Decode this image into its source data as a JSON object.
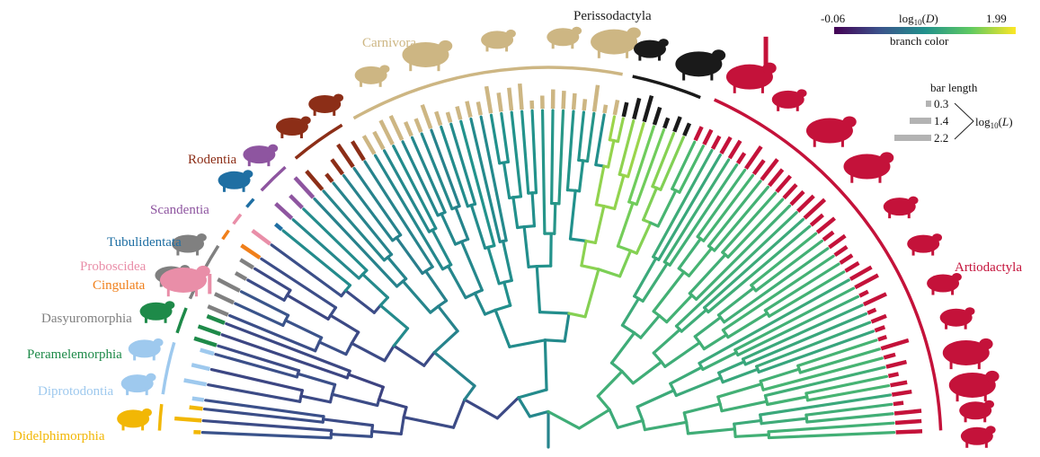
{
  "orders": [
    {
      "key": "didelphimorphia",
      "name": "Didelphimorphia",
      "color": "#F2B705"
    },
    {
      "key": "diprotodontia",
      "name": "Diprotodontia",
      "color": "#9EC9EE"
    },
    {
      "key": "peramelemorphia",
      "name": "Peramelemorphia",
      "color": "#1E8A49"
    },
    {
      "key": "dasyuromorphia",
      "name": "Dasyuromorphia",
      "color": "#808080"
    },
    {
      "key": "cingulata",
      "name": "Cingulata",
      "color": "#F07F1A"
    },
    {
      "key": "proboscidea",
      "name": "Proboscidea",
      "color": "#E98EA8"
    },
    {
      "key": "tubulidentata",
      "name": "Tubulidentata",
      "color": "#1F6FA3"
    },
    {
      "key": "scandentia",
      "name": "Scandentia",
      "color": "#8E55A0"
    },
    {
      "key": "rodentia",
      "name": "Rodentia",
      "color": "#8C2E17"
    },
    {
      "key": "carnivora",
      "name": "Carnivora",
      "color": "#CDB683"
    },
    {
      "key": "perissodactyla",
      "name": "Perissodactyla",
      "color": "#1A1A1A"
    },
    {
      "key": "artiodactyla",
      "name": "Artiodactyla",
      "color": "#C4123A"
    }
  ],
  "legend": {
    "min": "-0.06",
    "max": "1.99",
    "title_prefix": "log",
    "title_sub": "10",
    "title_var": "D",
    "subtitle": "branch color",
    "bar_title": "bar length",
    "bar_values": [
      "0.3",
      "1.4",
      "2.2"
    ],
    "bar_axis_prefix": "log",
    "bar_axis_sub": "10",
    "bar_axis_var": "L",
    "colormap": [
      "#440154",
      "#3b528b",
      "#21918c",
      "#5ec962",
      "#fde725"
    ]
  }
}
